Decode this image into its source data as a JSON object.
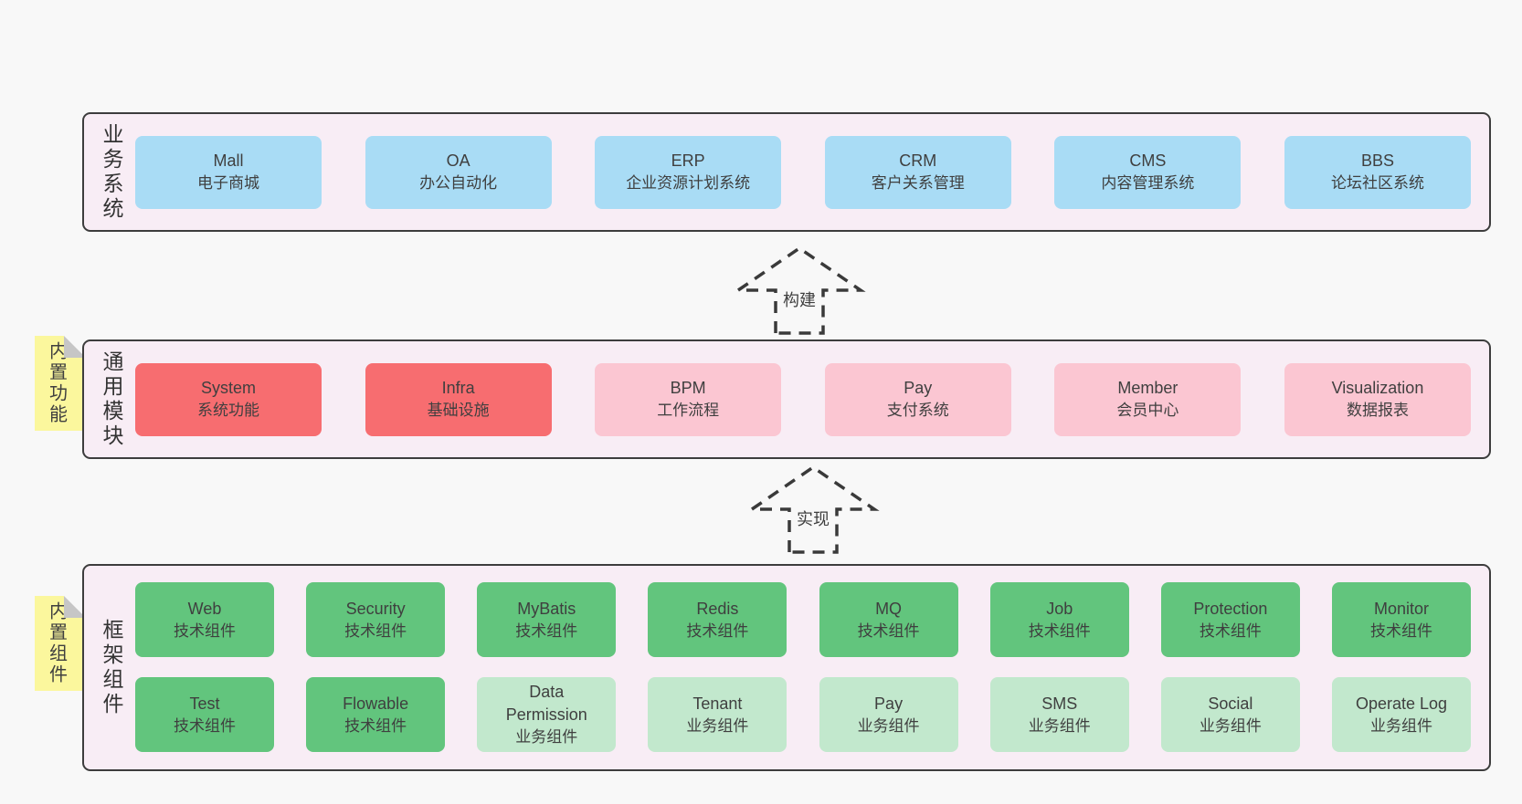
{
  "colors": {
    "page-bg": "#f8f8f8",
    "panel-bg": "#f8edf5",
    "panel-border": "#3d3d3d",
    "blue": "#a9dcf5",
    "red": "#f76d70",
    "pink": "#fbc6d2",
    "green": "#62c57d",
    "green-light": "#c2e8cd",
    "yellow": "#fbf79d",
    "fold": "#c6c6c6",
    "text": "#3f3f3f",
    "arrow": "#3a3a3a"
  },
  "arrows": [
    {
      "label": "构建"
    },
    {
      "label": "实现"
    }
  ],
  "layers": [
    {
      "id": "business-systems",
      "side_label": "业务系统",
      "boxes": [
        {
          "title": "Mall",
          "subtitle": "电子商城"
        },
        {
          "title": "OA",
          "subtitle": "办公自动化"
        },
        {
          "title": "ERP",
          "subtitle": "企业资源计划系统"
        },
        {
          "title": "CRM",
          "subtitle": "客户关系管理"
        },
        {
          "title": "CMS",
          "subtitle": "内容管理系统"
        },
        {
          "title": "BBS",
          "subtitle": "论坛社区系统"
        }
      ]
    },
    {
      "id": "common-modules",
      "side_label": "通用模块",
      "sticky_label": "内置功能",
      "boxes": [
        {
          "title": "System",
          "subtitle": "系统功能"
        },
        {
          "title": "Infra",
          "subtitle": "基础设施"
        },
        {
          "title": "BPM",
          "subtitle": "工作流程"
        },
        {
          "title": "Pay",
          "subtitle": "支付系统"
        },
        {
          "title": "Member",
          "subtitle": "会员中心"
        },
        {
          "title": "Visualization",
          "subtitle": "数据报表"
        }
      ]
    },
    {
      "id": "framework-components",
      "side_label": "框架组件",
      "sticky_label": "内置组件",
      "rows": [
        [
          {
            "title": "Web",
            "subtitle": "技术组件"
          },
          {
            "title": "Security",
            "subtitle": "技术组件"
          },
          {
            "title": "MyBatis",
            "subtitle": "技术组件"
          },
          {
            "title": "Redis",
            "subtitle": "技术组件"
          },
          {
            "title": "MQ",
            "subtitle": "技术组件"
          },
          {
            "title": "Job",
            "subtitle": "技术组件"
          },
          {
            "title": "Protection",
            "subtitle": "技术组件"
          },
          {
            "title": "Monitor",
            "subtitle": "技术组件"
          }
        ],
        [
          {
            "title": "Test",
            "subtitle": "技术组件"
          },
          {
            "title": "Flowable",
            "subtitle": "技术组件"
          },
          {
            "title": "Data Permission",
            "subtitle": "业务组件"
          },
          {
            "title": "Tenant",
            "subtitle": "业务组件"
          },
          {
            "title": "Pay",
            "subtitle": "业务组件"
          },
          {
            "title": "SMS",
            "subtitle": "业务组件"
          },
          {
            "title": "Social",
            "subtitle": "业务组件"
          },
          {
            "title": "Operate Log",
            "subtitle": "业务组件"
          }
        ]
      ]
    }
  ]
}
